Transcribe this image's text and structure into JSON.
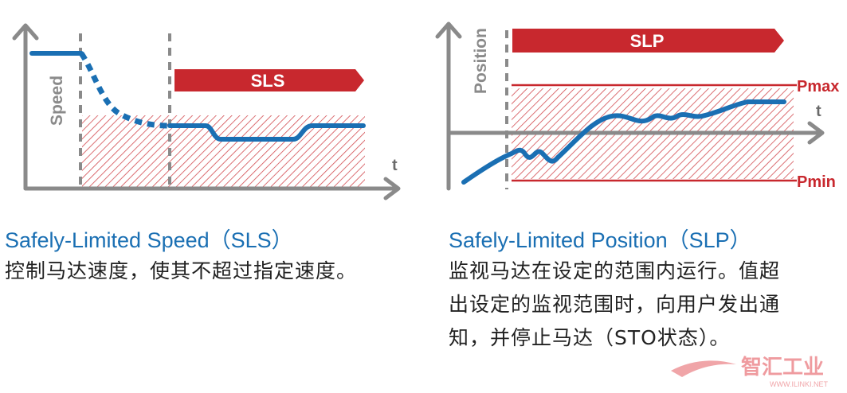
{
  "sls": {
    "banner": "SLS",
    "y_axis_label": "Speed",
    "x_axis_label": "t",
    "title": "Safely-Limited Speed（SLS）",
    "description": "控制马达速度，使其不超过指定速度。"
  },
  "slp": {
    "banner": "SLP",
    "y_axis_label": "Position",
    "x_axis_label": "t",
    "upper_limit_label": "Pmax",
    "lower_limit_label": "Pmin",
    "title": "Safely-Limited Position（SLP）",
    "description": "监视马达在设定的范围内运行。值超出设定的监视范围时，向用户发出通知，并停止马达（STO状态）。"
  },
  "watermark": {
    "text": "智汇工业",
    "url": "WWW.ILINKI.NET"
  },
  "colors": {
    "curve": "#1a6fb3",
    "banner": "#c8282e",
    "axis": "#8a8a8a",
    "hatch": "#d24a4f"
  }
}
